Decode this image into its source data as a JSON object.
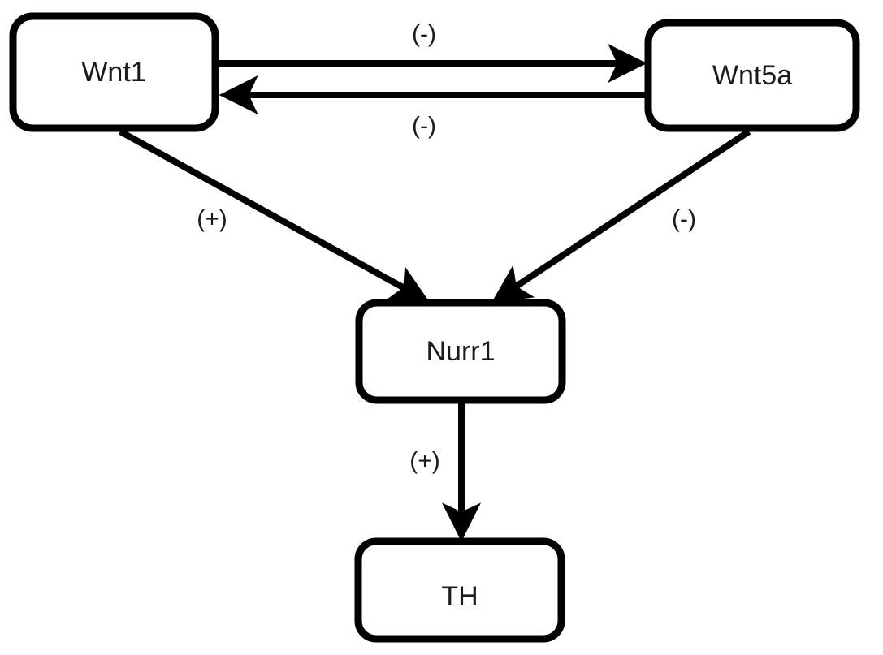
{
  "nodes": {
    "wnt1": {
      "label": "Wnt1"
    },
    "wnt5a": {
      "label": "Wnt5a"
    },
    "nurr1": {
      "label": "Nurr1"
    },
    "th": {
      "label": "TH"
    }
  },
  "edges": {
    "wnt1_to_wnt5a": {
      "from": "Wnt1",
      "to": "Wnt5a",
      "label": "(-)"
    },
    "wnt5a_to_wnt1": {
      "from": "Wnt5a",
      "to": "Wnt1",
      "label": "(-)"
    },
    "wnt1_to_nurr1": {
      "from": "Wnt1",
      "to": "Nurr1",
      "label": "(+)"
    },
    "wnt5a_to_nurr1": {
      "from": "Wnt5a",
      "to": "Nurr1",
      "label": "(-)"
    },
    "nurr1_to_th": {
      "from": "Nurr1",
      "to": "TH",
      "label": "(+)"
    }
  },
  "colors": {
    "stroke": "#000000",
    "text": "#1a1a1a",
    "background": "#ffffff"
  }
}
